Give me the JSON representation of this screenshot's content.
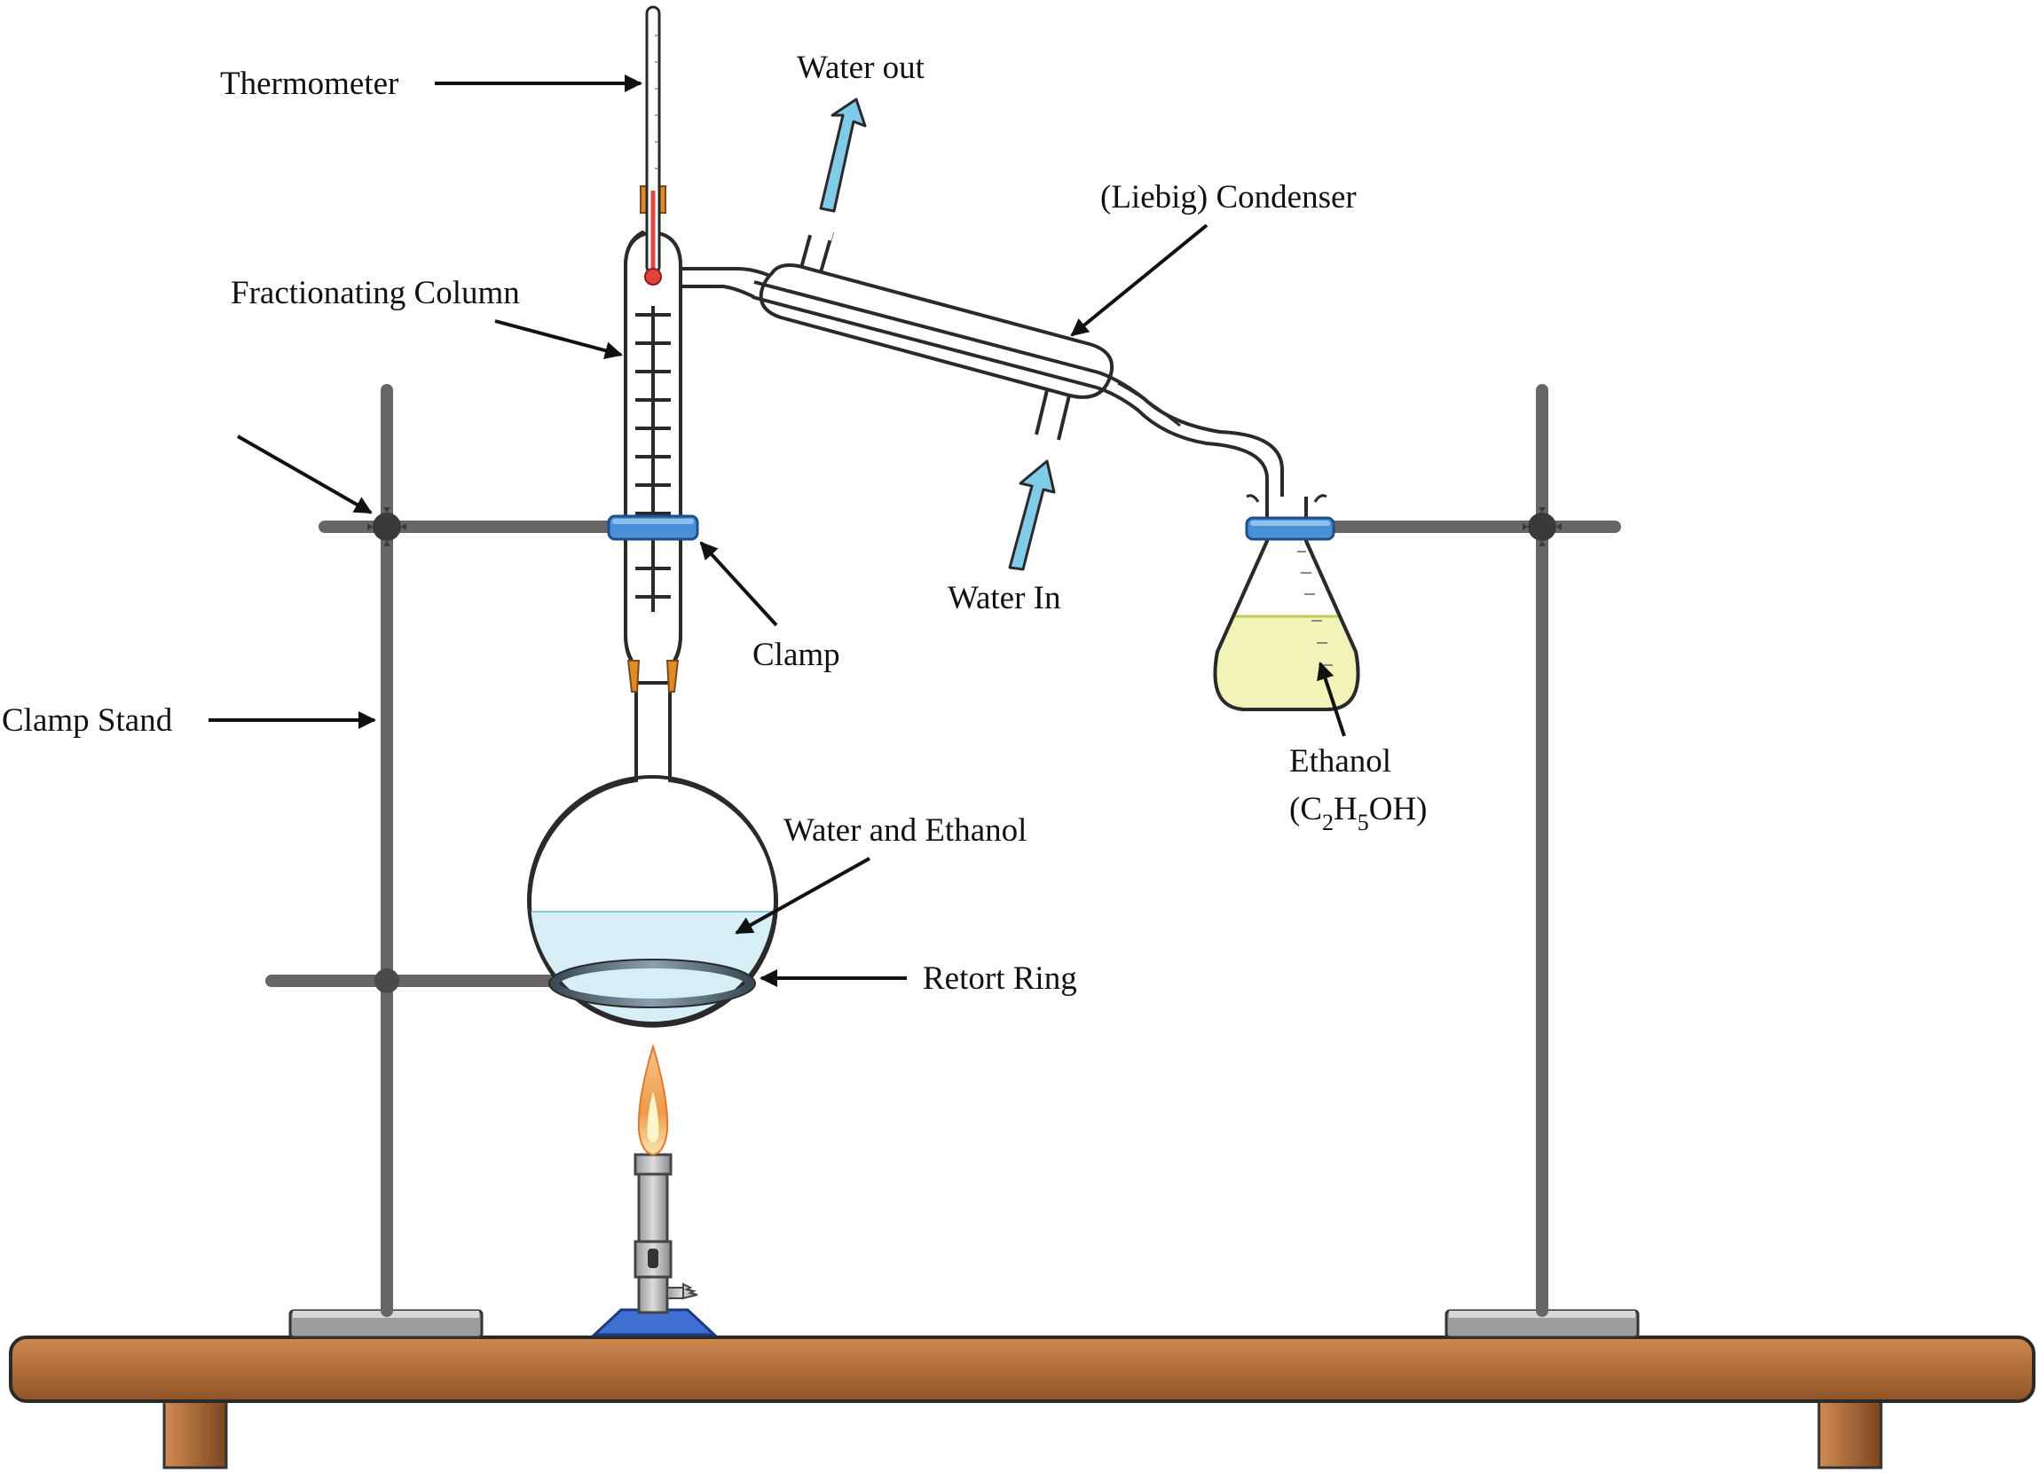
{
  "labels": {
    "thermometer": "Thermometer",
    "water_out": "Water out",
    "condenser": "(Liebig) Condenser",
    "fractionating_column": "Fractionating Column",
    "clamp": "Clamp",
    "water_in": "Water In",
    "clamp_stand": "Clamp Stand",
    "water_and_ethanol": "Water and Ethanol",
    "retort_ring": "Retort Ring",
    "ethanol": "Ethanol",
    "formula": {
      "open": "(C",
      "sub1": "2",
      "h": "H",
      "sub2": "5",
      "close": "OH)"
    }
  },
  "colors": {
    "bench": "#b5713a",
    "stand": "#6e6e6e",
    "clamp": "#4a90d9",
    "flask_liquid": "#d6eef6",
    "product_liquid": "#f2f3b8",
    "water_arrow": "#7fcbe8",
    "burner_base": "#3f6fd0",
    "thermometer_bulb": "#e0443f",
    "stopper": "#e08a2c"
  },
  "icons": [
    "thermometer-icon",
    "bunsen-burner-icon",
    "flame-icon",
    "round-bottom-flask-icon",
    "conical-flask-icon"
  ]
}
